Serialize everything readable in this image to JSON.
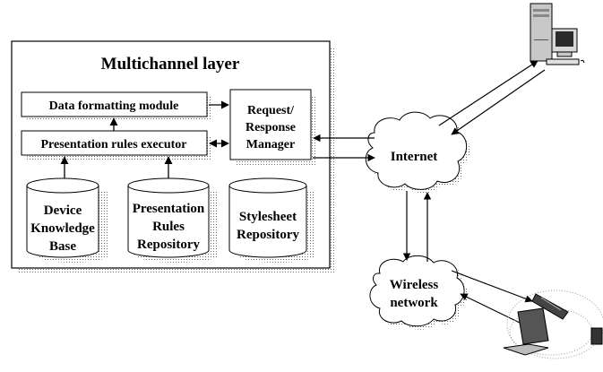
{
  "diagram": {
    "layer_title": "Multichannel layer",
    "data_formatting_module": "Data formatting module",
    "presentation_rules_executor": "Presentation rules executor",
    "request_response_manager": [
      "Request/",
      "Response",
      "Manager"
    ],
    "device_knowledge_base": [
      "Device",
      "Knowledge",
      "Base"
    ],
    "presentation_rules_repository": [
      "Presentation",
      "Rules",
      "Repository"
    ],
    "stylesheet_repository": [
      "Stylesheet",
      "Repository"
    ],
    "internet": "Internet",
    "wireless_network": [
      "Wireless",
      "network"
    ]
  },
  "icons": {
    "desktop": "desktop-computer-icon",
    "laptop": "laptop-icon",
    "mobile": "mobile-phone-icon"
  },
  "colors": {
    "stroke": "#000000",
    "shadow": "#9a9a9a",
    "fill": "#ffffff"
  }
}
